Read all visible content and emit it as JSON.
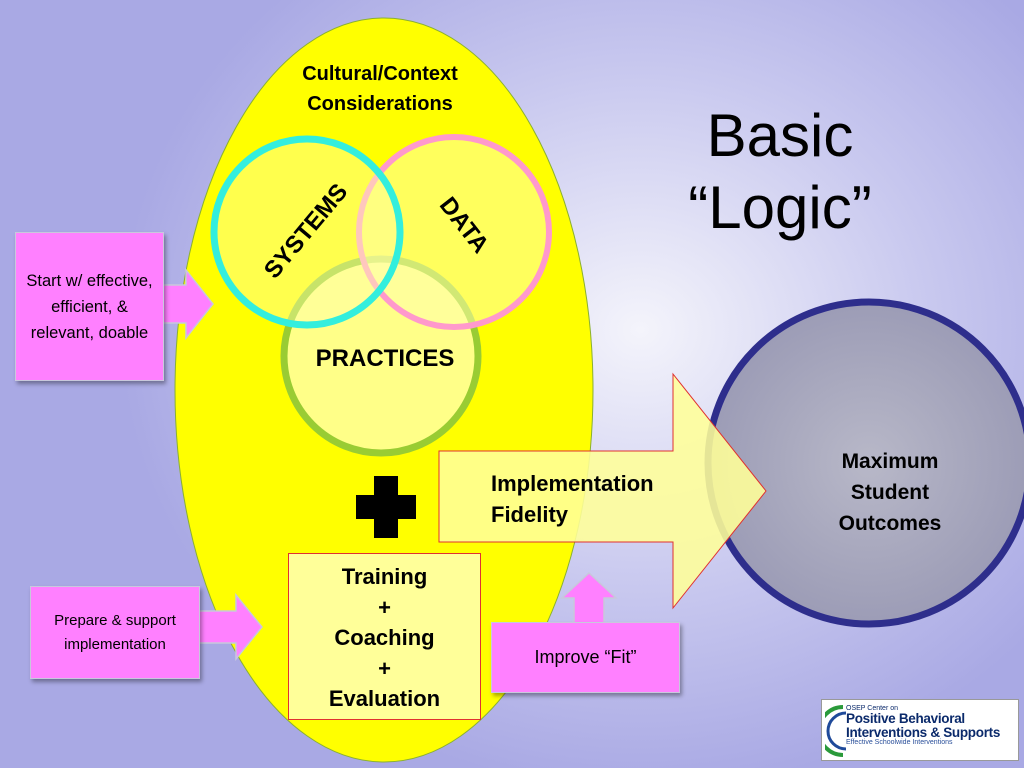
{
  "title": "Basic “Logic”",
  "context_label": "Cultural/Context Considerations",
  "circles": {
    "systems": "SYSTEMS",
    "data": "DATA",
    "practices": "PRACTICES"
  },
  "training_box": {
    "line1": "Training",
    "plus1": "+",
    "line2": "Coaching",
    "plus2": "+",
    "line3": "Evaluation"
  },
  "arrow_label": "Implementation Fidelity",
  "outcomes_label": "Maximum Student Outcomes",
  "callouts": {
    "start": "Start w/ effective, efficient, & relevant, doable",
    "prepare": "Prepare & support implementation",
    "improve": "Improve “Fit”"
  },
  "logo": {
    "line1": "OSEP Center on",
    "line2": "Positive Behavioral",
    "line3": "Interventions & Supports",
    "line4": "Effective Schoolwide Interventions"
  },
  "colors": {
    "oval": "#ffff00",
    "systems_ring": "#33eedd",
    "data_ring": "#ff99cc",
    "practices_ring": "#99cc33",
    "callout": "#ff80ff",
    "outcome_ring": "#2e2e8c",
    "arrow_fill": "#ffff99",
    "arrow_stroke": "#e03030"
  }
}
